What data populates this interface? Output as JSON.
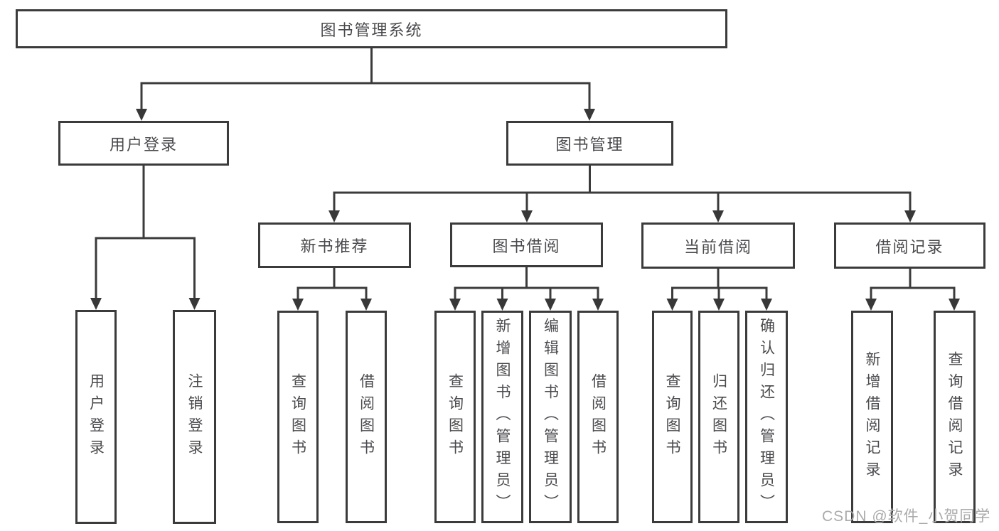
{
  "colors": {
    "background": "#ffffff",
    "line": "#3b3b3b",
    "box_border": "#3b3b3b",
    "label_text": "#4a4a4e",
    "watermark_text": "#ababab"
  },
  "diagram": {
    "root": {
      "label": "图书管理系统"
    },
    "level1": {
      "user_login": {
        "label": "用户登录"
      },
      "book_management": {
        "label": "图书管理"
      }
    },
    "level2": {
      "new_book_recommend": {
        "label": "新书推荐"
      },
      "book_borrow": {
        "label": "图书借阅"
      },
      "current_borrow": {
        "label": "当前借阅"
      },
      "borrow_records": {
        "label": "借阅记录"
      }
    },
    "leaves": {
      "user_login": {
        "label": "用户登录"
      },
      "logout": {
        "label": "注销登录"
      },
      "recommend_query_books": {
        "label": "查询图书"
      },
      "recommend_borrow_books": {
        "label": "借阅图书"
      },
      "borrow_query_books": {
        "label": "查询图书"
      },
      "borrow_add_books": {
        "label": "新增图书（管理员）"
      },
      "borrow_edit_books": {
        "label": "编辑图书（管理员）"
      },
      "borrow_borrow_books": {
        "label": "借阅图书"
      },
      "current_query_books": {
        "label": "查询图书"
      },
      "current_return_books": {
        "label": "归还图书"
      },
      "current_confirm_return": {
        "label": "确认归还（管理员）"
      },
      "records_add_record": {
        "label": "新增借阅记录"
      },
      "records_query_record": {
        "label": "查询借阅记录"
      }
    }
  },
  "watermark": {
    "text": "CSDN @软件_小贺同学"
  }
}
